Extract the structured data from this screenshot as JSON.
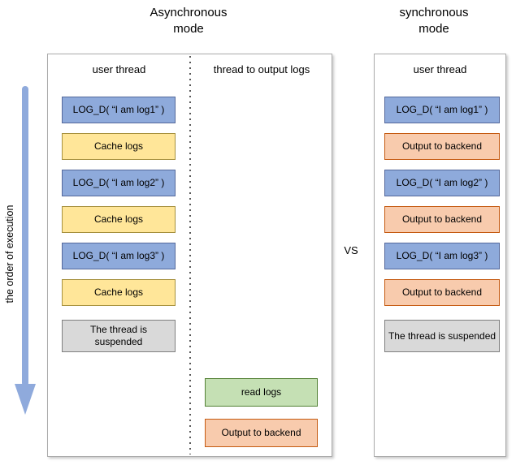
{
  "header": {
    "async_title_line1": "Asynchronous",
    "async_title_line2": "mode",
    "sync_title_line1": "synchronous",
    "sync_title_line2": "mode",
    "vs_label": "VS"
  },
  "execution_axis": {
    "label": "the order of execution"
  },
  "async_panel": {
    "columns": {
      "user": "user thread",
      "output": "thread to output logs"
    },
    "user_thread_boxes": [
      {
        "label": "LOG_D( “I am log1” )",
        "type": "blue"
      },
      {
        "label": "Cache logs",
        "type": "yellow"
      },
      {
        "label": "LOG_D( “I am log2” )",
        "type": "blue"
      },
      {
        "label": "Cache logs",
        "type": "yellow"
      },
      {
        "label": "LOG_D( “I am log3” )",
        "type": "blue"
      },
      {
        "label": "Cache logs",
        "type": "yellow"
      },
      {
        "label": "The thread is suspended",
        "type": "gray"
      }
    ],
    "output_thread_boxes": [
      {
        "label": "read logs",
        "type": "green"
      },
      {
        "label": "Output to backend",
        "type": "orange"
      }
    ]
  },
  "sync_panel": {
    "columns": {
      "user": "user thread"
    },
    "user_thread_boxes": [
      {
        "label": "LOG_D( “I am log1” )",
        "type": "blue"
      },
      {
        "label": "Output to backend",
        "type": "orange"
      },
      {
        "label": "LOG_D( “I am log2” )",
        "type": "blue"
      },
      {
        "label": "Output to backend",
        "type": "orange"
      },
      {
        "label": "LOG_D( “I am log3” )",
        "type": "blue"
      },
      {
        "label": "Output to backend",
        "type": "orange"
      },
      {
        "label": "The thread is suspended",
        "type": "gray"
      }
    ]
  },
  "colors": {
    "blue_fill": "#8EAADB",
    "blue_border": "#54689B",
    "yellow_fill": "#FFE699",
    "yellow_border": "#A6903D",
    "orange_fill": "#F8CBAD",
    "orange_border": "#C55A11",
    "green_fill": "#C5E0B4",
    "green_border": "#538135",
    "gray_fill": "#D9D9D9",
    "gray_border": "#7F7F7F",
    "arrow": "#8FAADC",
    "panel_border": "#ABABAB",
    "dotted_line": "#595959",
    "text": "#000000"
  }
}
